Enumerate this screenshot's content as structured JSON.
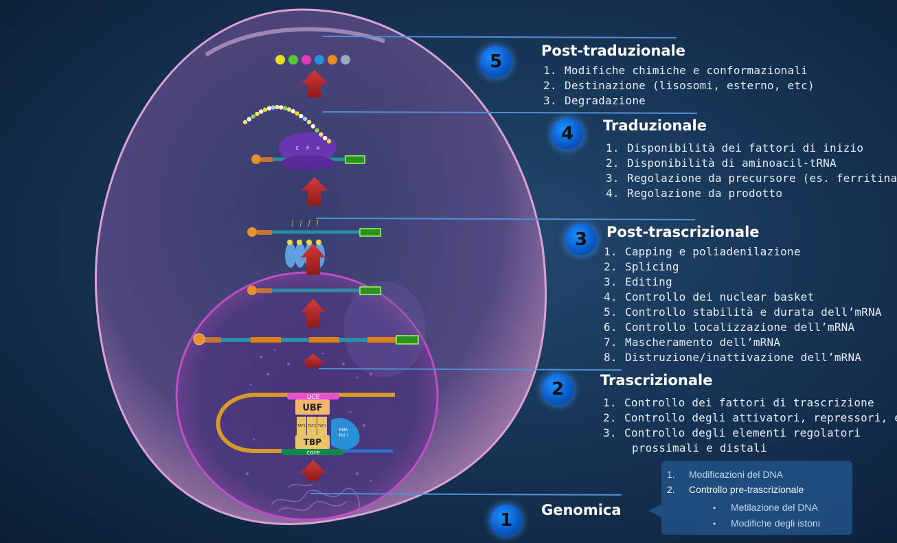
{
  "levels": [
    {
      "number": "5",
      "title": "Post-traduzionale",
      "items": [
        "Modifiche chimiche e conformazionali",
        "Destinazione (lisosomi, esterno, etc)",
        "Degradazione"
      ]
    },
    {
      "number": "4",
      "title": "Traduzionale",
      "items": [
        "Disponibilità dei fattori di inizio",
        "Disponibilità di aminoacil-tRNA",
        "Regolazione da precursore (es. ferritina)",
        "Regolazione da prodotto"
      ]
    },
    {
      "number": "3",
      "title": "Post-trascrizionale",
      "items": [
        "Capping e poliadenilazione",
        "Splicing",
        "Editing",
        "Controllo dei nuclear basket",
        "Controllo stabilità e durata dell’mRNA",
        "Controllo localizzazione dell’mRNA",
        "Mascheramento dell’mRNA",
        "Distruzione/inattivazione dell’mRNA"
      ]
    },
    {
      "number": "2",
      "title": "Trascrizionale",
      "items": [
        "Controllo dei fattori di trascrizione",
        "Controllo degli attivatori, repressori, etc.",
        "Controllo degli elementi regolatori"
      ],
      "continuation": "prossimali e distali"
    },
    {
      "number": "1",
      "title": "Genomica",
      "items": []
    }
  ],
  "item_markers": [
    "1.",
    "2.",
    "3.",
    "4.",
    "5.",
    "6.",
    "7.",
    "8."
  ],
  "callout": {
    "items": [
      "Modificazioni del DNA",
      "Controllo pre-trascrizionale"
    ],
    "subitems": [
      "Metilazione del DNA",
      "Modifiche degli istoni"
    ]
  },
  "diagram_labels": {
    "ribosome_sites": [
      "E",
      "P",
      "A"
    ],
    "uce": "UCE",
    "ubf": "UBF",
    "tafs": [
      "TAF1",
      "TAF2",
      "TAF3"
    ],
    "tbp": "TBP",
    "core": "core",
    "pol": [
      "RNA",
      "Pol I"
    ]
  },
  "colors": {
    "background": "#173556",
    "cell": "#b07aa8",
    "nucleus": "#7a3f8a",
    "arrow": "#b22222",
    "badge": "#0a5ccc",
    "connector": "#4f8fd6"
  }
}
